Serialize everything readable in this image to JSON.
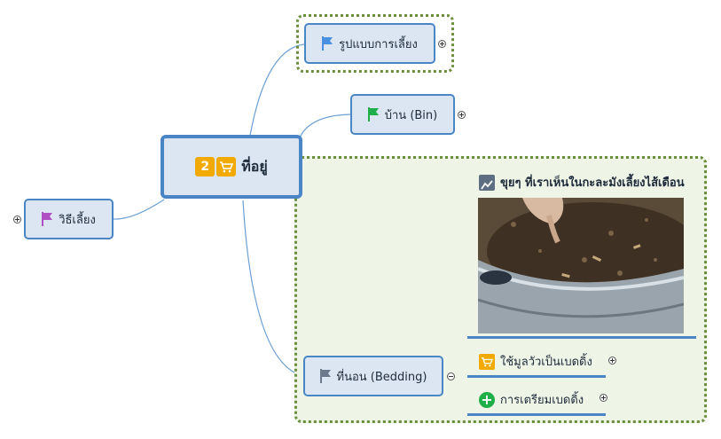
{
  "central": {
    "badge": "2",
    "label": "ที่อยู่",
    "icon": "cart-icon"
  },
  "left": {
    "label": "วิธีเลี้ยง",
    "flag_color": "#b04fc4"
  },
  "branches": {
    "style": {
      "label": "รูปแบบการเลี้ยง",
      "flag_color": "#4a90e2"
    },
    "bin": {
      "label": "บ้าน (Bin)",
      "flag_color": "#1fae48"
    },
    "bedding": {
      "label": "ที่นอน (Bedding)",
      "flag_color": "#6d7a8e"
    }
  },
  "image_caption": "ขุยๆ ที่เราเห็นในกะละมังเลี้ยงไส้เดือน",
  "subtopics": [
    {
      "label": "ใช้มูลวัวเป็นเบดดิ้ง",
      "icon": "cart-icon"
    },
    {
      "label": "การเตรียมเบดดิ้ง",
      "icon": "plus-icon"
    }
  ],
  "colors": {
    "node_fill": "#dce6f2",
    "node_border": "#4a86c6",
    "boundary": "#6b8e3a",
    "connector": "#6b9fd4"
  }
}
